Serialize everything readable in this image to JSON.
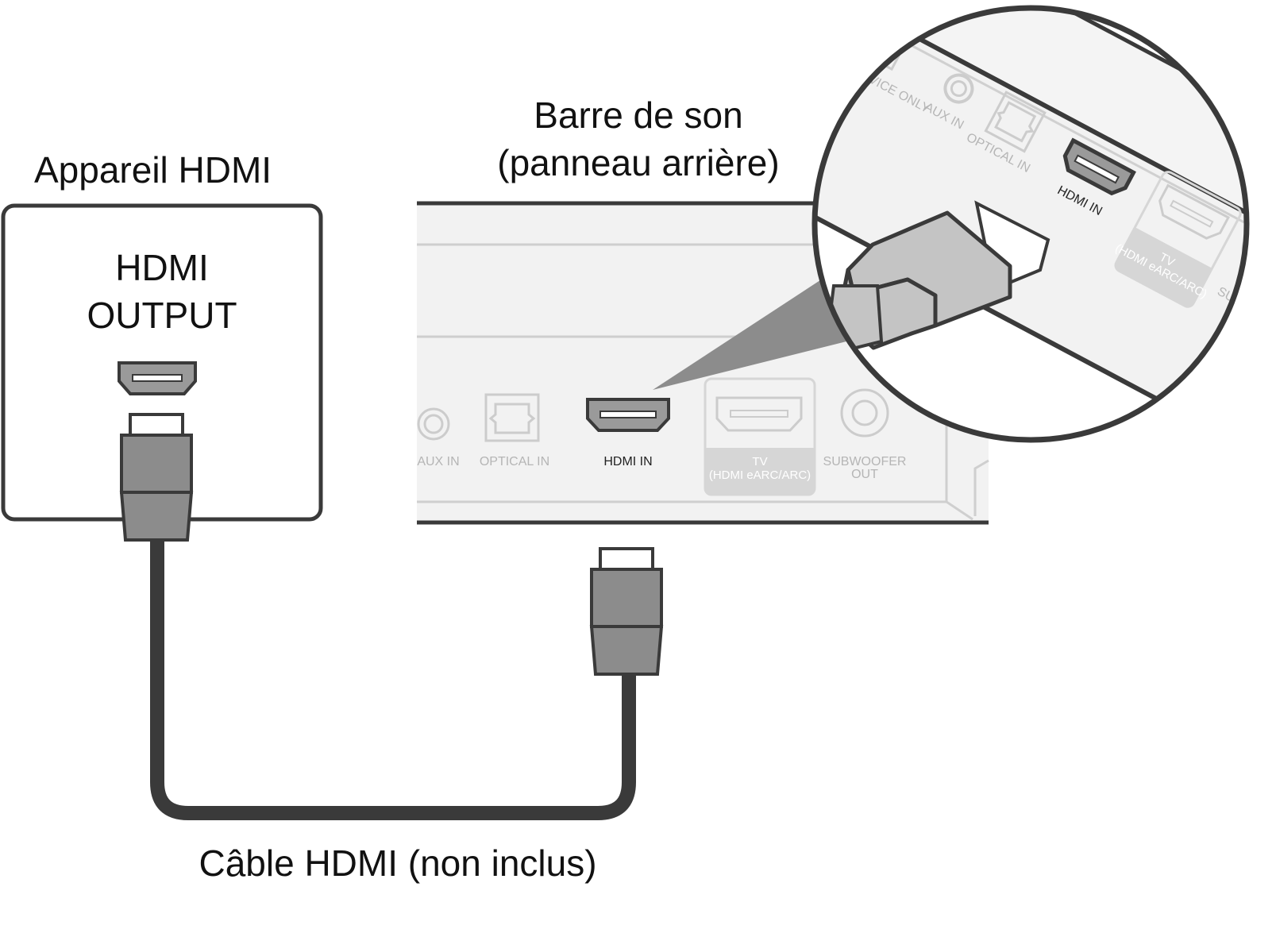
{
  "colors": {
    "outline": "#3a3a3a",
    "panel_fill": "#f2f2f2",
    "panel_line": "#cfcfcf",
    "faded_port": "#cccccc",
    "plug_gray": "#8c8c8c",
    "plug_light": "#c4c4c4",
    "tv_badge": "#d6d6d6"
  },
  "labels": {
    "device_title": "Appareil HDMI",
    "device_port_line1": "HDMI",
    "device_port_line2": "OUTPUT",
    "soundbar_title_line1": "Barre de son",
    "soundbar_title_line2": "(panneau arrière)",
    "cable_caption": "Câble HDMI (non inclus)"
  },
  "rear_panel_ports": {
    "aux": "AUX IN",
    "optical": "OPTICAL IN",
    "hdmi_in": "HDMI IN",
    "tv_line1": "TV",
    "tv_line2": "(HDMI eARC/ARC)",
    "sub_line1": "SUBWOOFER",
    "sub_line2": "OUT"
  },
  "zoom_ports": {
    "service": "VICE ONLY",
    "aux": "AUX IN",
    "optical": "OPTICAL IN",
    "hdmi_in": "HDMI IN",
    "tv_line1": "TV",
    "tv_line2": "(HDMI eARC/ARC)",
    "sub": "SU"
  },
  "icons": [
    "hdmi-port-icon",
    "hdmi-plug-icon",
    "optical-port-icon",
    "aux-jack-icon",
    "subwoofer-jack-icon",
    "magnifier-circle-icon"
  ]
}
